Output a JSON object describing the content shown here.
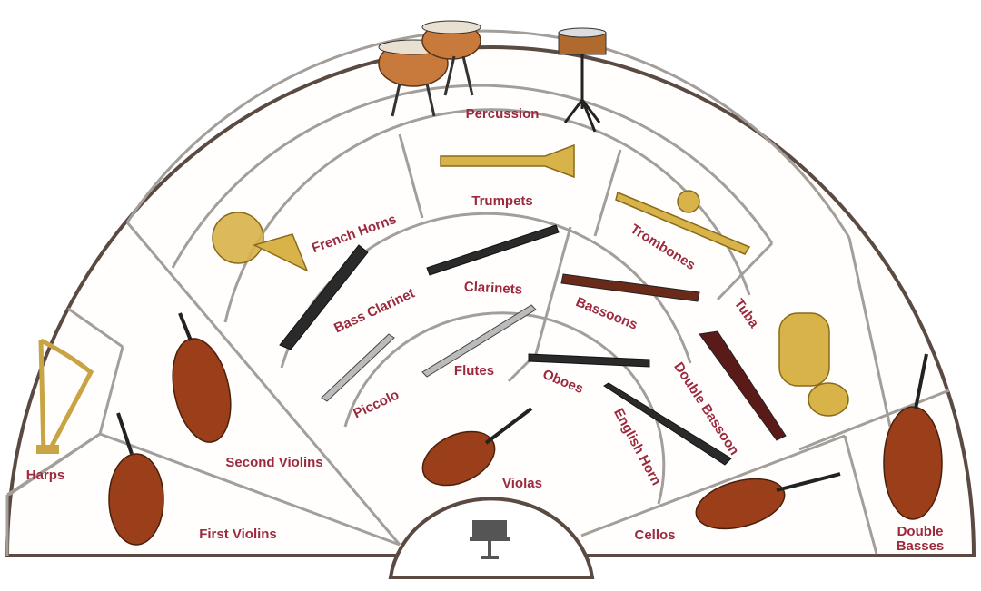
{
  "title": "Orchestra Seating Chart",
  "colors": {
    "label": "#9b2a3e",
    "outline": "#5a4a42",
    "divider": "#a39e9a",
    "podium_icon": "#555555"
  },
  "sections": {
    "percussion": "Percussion",
    "trumpets": "Trumpets",
    "french_horns": "French Horns",
    "trombones": "Trombones",
    "tuba": "Tuba",
    "bass_clarinet": "Bass Clarinet",
    "clarinets": "Clarinets",
    "bassoons": "Bassoons",
    "double_bassoon": "Double Bassoon",
    "piccolo": "Piccolo",
    "flutes": "Flutes",
    "oboes": "Oboes",
    "english_horn": "English Horn",
    "violas": "Violas",
    "second_violins": "Second Violins",
    "first_violins": "First Violins",
    "harps": "Harps",
    "cellos": "Cellos",
    "double_basses_line1": "Double",
    "double_basses_line2": "Basses"
  },
  "podium_icon": "conductor-music-stand-icon"
}
